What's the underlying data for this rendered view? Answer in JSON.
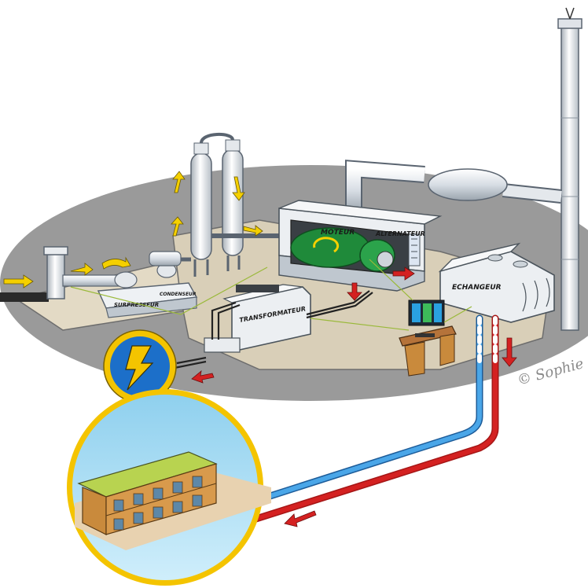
{
  "labels": {
    "surpresseur": "SURPRESSEUR",
    "condenseur": "CONDENSEUR",
    "moteur": "MOTEUR",
    "alternateur": "ALTERNATEUR",
    "transformateur": "TRANSFORMATEUR",
    "echangeur": "ECHANGEUR"
  },
  "signature": "© Sophie",
  "colors": {
    "ground": "#9a9a9a",
    "platform": "#d9cfb8",
    "pipe": "#dfe3e8",
    "engine_green": "#1f8a3a",
    "electric_yellow": "#f4c400",
    "electric_blue": "#1c6fc9",
    "hot_pipe": "#d42121",
    "cold_pipe": "#4aa6e8",
    "flow_arrow": "#f5d000",
    "building_wood": "#c98a3c",
    "sky": "#a6d8ef",
    "grass": "#d8e87a"
  },
  "icons": [
    "lightning-bolt-icon"
  ]
}
